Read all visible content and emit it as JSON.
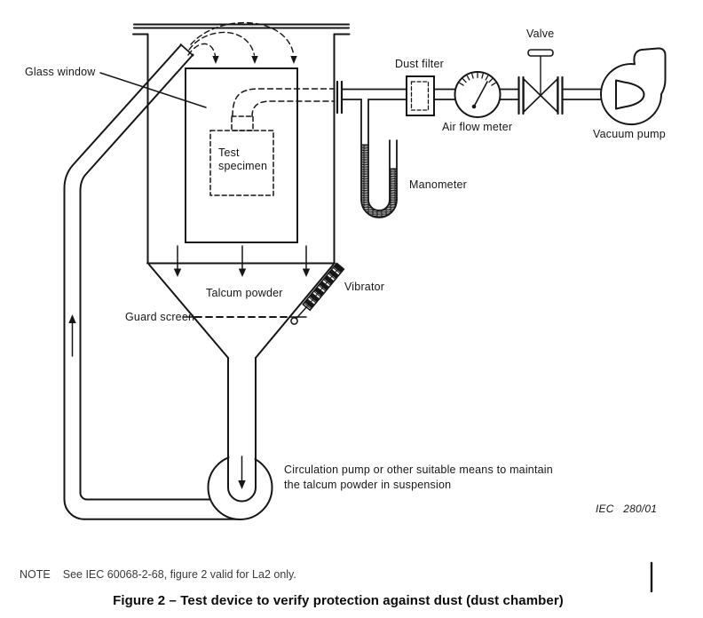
{
  "colors": {
    "ink": "#161616",
    "background": "#ffffff"
  },
  "labels": {
    "glass_window": "Glass window",
    "test_specimen_line1": "Test",
    "test_specimen_line2": "specimen",
    "dust_filter": "Dust filter",
    "air_flow_meter": "Air flow meter",
    "valve": "Valve",
    "vacuum_pump": "Vacuum pump",
    "manometer": "Manometer",
    "talcum_powder": "Talcum powder",
    "guard_screen": "Guard screen",
    "vibrator": "Vibrator",
    "circulation_line1": "Circulation pump or other suitable means to maintain",
    "circulation_line2": "the talcum powder in suspension"
  },
  "figure": {
    "source_ref": "IEC   280/01",
    "note_label": "NOTE",
    "note_text": "See IEC 60068-2-68, figure 2 valid for La2 only.",
    "caption": "Figure 2 – Test device to verify protection against dust (dust chamber)"
  }
}
